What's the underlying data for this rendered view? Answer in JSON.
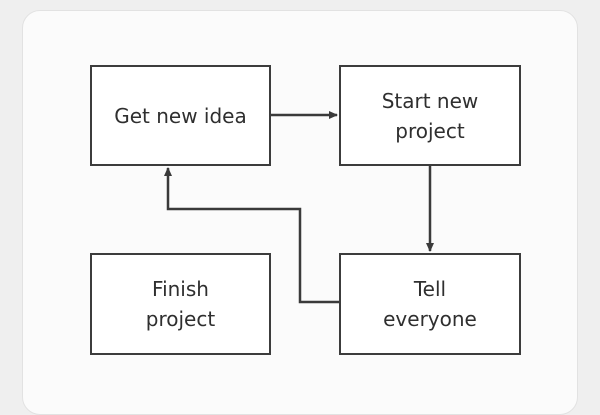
{
  "diagram": {
    "nodes": {
      "get_new_idea": "Get new idea",
      "start_new_project": "Start new\nproject",
      "tell_everyone": "Tell\neveryone",
      "finish_project": "Finish\nproject"
    },
    "edges": [
      {
        "from": "get_new_idea",
        "to": "start_new_project"
      },
      {
        "from": "start_new_project",
        "to": "tell_everyone"
      },
      {
        "from": "tell_everyone",
        "to": "get_new_idea"
      }
    ],
    "colors": {
      "stroke": "#3a3a3a",
      "text": "#2f2f2f",
      "card": "#fbfbfb",
      "background": "#efefef"
    }
  }
}
